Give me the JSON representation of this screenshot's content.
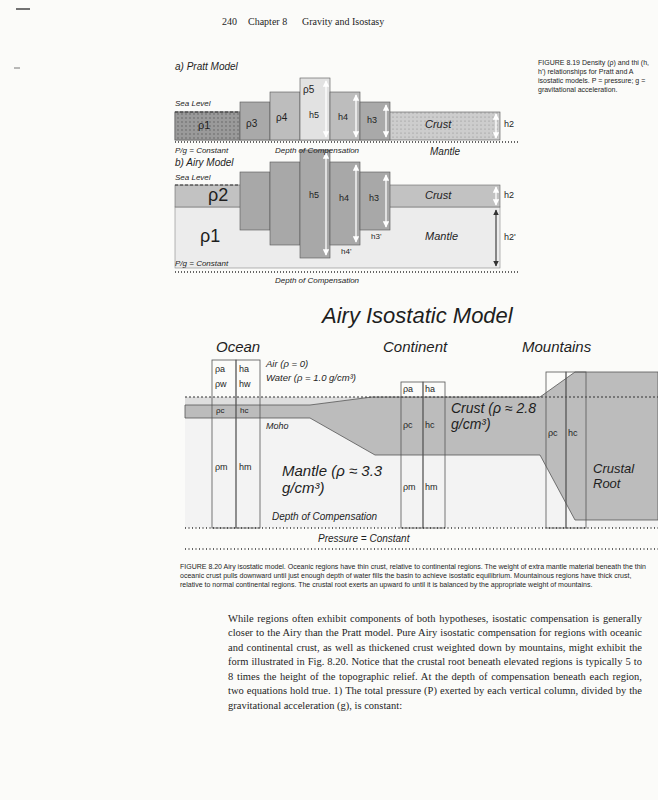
{
  "diagram": {
    "title": "Airy Isostatic Model",
    "caption": "FIGURE 8.20 Airy isostatic model. Oceanic regions have thin crust, relative to continental regions. The weight of extra mantle material beneath the thin oceanic crust pulls downward until just enough depth of water fills the basin to achieve isostatic equilibrium. Mountainous regions have thick crust, relative to normal continental regions. The crustal root exerts an upward fo until it is balanced by the appropriate weight of mountains.",
    "labels": [
      "240",
      "Chapter 8",
      "Gravity and Isostasy",
      "a) Pratt Model",
      "FIGURE 8.19 Density (ρ) and thi (h, h') relationships for Pratt and A isostatic models. P = pressure; g = gravitational acceleration.",
      "Sea Level",
      "ρ1",
      "ρ3",
      "ρ4",
      "ρ5",
      "h5",
      "h4",
      "h3",
      "Crust",
      "h2",
      "P/g = Constant",
      "Depth of Compensation",
      "Mantle",
      "b) Airy Model",
      "Sea Level",
      "ρ2",
      "h5",
      "h4",
      "h3",
      "Crust",
      "h2",
      "ρ1",
      "Mantle",
      "h2'",
      "h3'",
      "h4'",
      "P/g = Constant",
      "Depth of Compensation",
      "Ocean",
      "Continent",
      "Mountains",
      "ρa",
      "ha",
      "ρw",
      "hw",
      "Air (ρ = 0)",
      "Water (ρ = 1.0 g/cm³)",
      "ρc",
      "hc",
      "Moho",
      "ρm",
      "hm",
      "Mantle (ρ ≈ 3.3 g/cm³)",
      "ρa",
      "ha",
      "ρc",
      "hc",
      "Crust (ρ ≈ 2.8 g/cm³)",
      "ρm",
      "hm",
      "ρc",
      "hc",
      "Crustal Root",
      "Depth of Compensation",
      "Pressure = Constant",
      "While regions often exhibit components of both hypotheses, isostatic compensation is generally closer to the Airy than the Pratt model. Pure Airy isostatic compensation for regions with oceanic and continental crust, as well as thickened crust weighted down by mountains, might exhibit the form illustrated in Fig. 8.20. Notice that the crustal root beneath elevated regions is typically 5 to 8 times the height of the topographic relief. At the depth of compensation beneath each region, two equations hold true. 1) The total pressure (P) exerted by each vertical column, divided by the gravitational acceleration (g), is constant:"
    ]
  }
}
